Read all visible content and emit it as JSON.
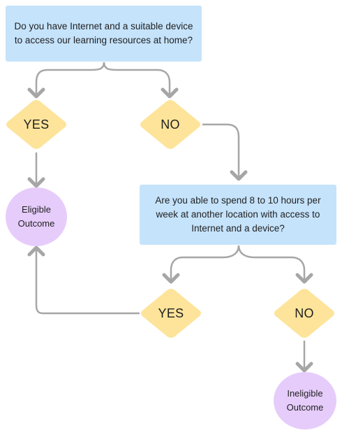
{
  "nodes": {
    "q1": {
      "line1": "Do you have Internet and a suitable device",
      "line2": "to access our learning resources at home?"
    },
    "q1_yes": "YES",
    "q1_no": "NO",
    "q2": {
      "line1": "Are you able to spend 8 to 10 hours per",
      "line2": "week at another location with access to",
      "line3": "Internet and a device?"
    },
    "q2_yes": "YES",
    "q2_no": "NO",
    "eligible": {
      "line1": "Eligible",
      "line2": "Outcome"
    },
    "ineligible": {
      "line1": "Ineligible",
      "line2": "Outcome"
    }
  },
  "colors": {
    "question_fill": "#c5e3fb",
    "decision_fill": "#fde49a",
    "outcome_fill": "#e6ccfb",
    "connector": "#a6a6a6"
  }
}
